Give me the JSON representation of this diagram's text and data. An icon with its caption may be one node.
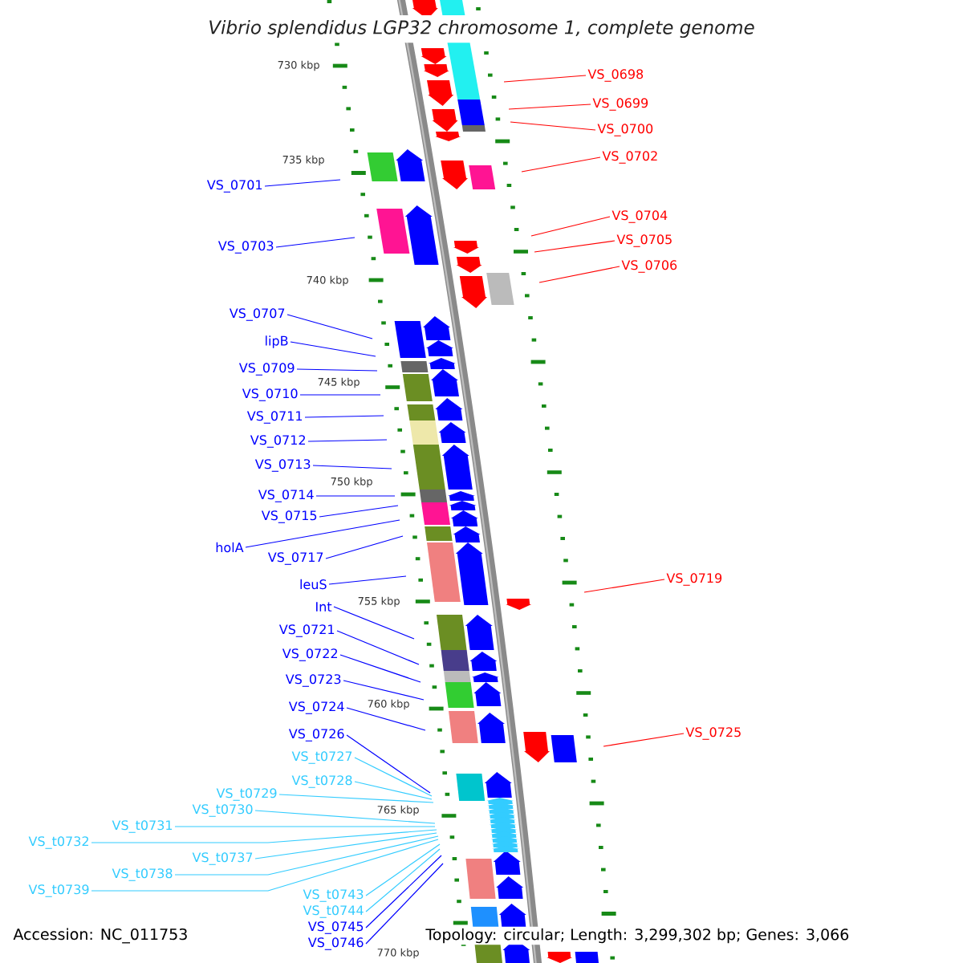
{
  "diagram": {
    "title": "Vibrio splendidus LGP32 chromosome 1, complete genome",
    "nodes": [
      {
        "text": [
          "VS_0698"
        ]
      },
      {
        "text": [
          "VS_0699"
        ]
      },
      {
        "text": [
          "VS_0700"
        ]
      },
      {
        "text": [
          "VS_0701"
        ]
      },
      {
        "text": [
          "VS_0702"
        ]
      },
      {
        "text": [
          "VS_0703"
        ]
      },
      {
        "text": [
          "VS_0704"
        ]
      },
      {
        "text": [
          "VS_0705"
        ]
      },
      {
        "text": [
          "VS_0706"
        ]
      },
      {
        "text": [
          "VS_0707"
        ]
      },
      {
        "text": [
          "lipB"
        ]
      },
      {
        "text": [
          "VS_0709"
        ]
      },
      {
        "text": [
          "VS_0710"
        ]
      },
      {
        "text": [
          "VS_0711"
        ]
      },
      {
        "text": [
          "VS_0712"
        ]
      },
      {
        "text": [
          "VS_0713"
        ]
      },
      {
        "text": [
          "VS_0714"
        ]
      },
      {
        "text": [
          "VS_0715"
        ]
      },
      {
        "text": [
          "holA"
        ]
      },
      {
        "text": [
          "VS_0717"
        ]
      },
      {
        "text": [
          "VS_0719"
        ]
      },
      {
        "text": [
          "leuS"
        ]
      },
      {
        "text": [
          "Int"
        ]
      },
      {
        "text": [
          "VS_0721"
        ]
      },
      {
        "text": [
          "VS_0722"
        ]
      },
      {
        "text": [
          "VS_0723"
        ]
      },
      {
        "text": [
          "VS_0724"
        ]
      },
      {
        "text": [
          "VS_0725"
        ]
      },
      {
        "text": [
          "VS_0726"
        ]
      },
      {
        "text": [
          "VS_t0727"
        ]
      },
      {
        "text": [
          "VS_t0728"
        ]
      },
      {
        "text": [
          "VS_t0729"
        ]
      },
      {
        "text": [
          "VS_t0730"
        ]
      },
      {
        "text": [
          "VS_t0731"
        ]
      },
      {
        "text": [
          "VS_t0732"
        ]
      },
      {
        "text": [
          "VS_t0737"
        ]
      },
      {
        "text": [
          "VS_t0738"
        ]
      },
      {
        "text": [
          "VS_t0739"
        ]
      },
      {
        "text": [
          "VS_t0743"
        ]
      },
      {
        "text": [
          "VS_t0744"
        ]
      },
      {
        "text": [
          "VS_0745"
        ]
      },
      {
        "text": [
          "VS_0746"
        ]
      }
    ],
    "edges": [
      {
        "from": 0,
        "to": null,
        "arrow": "none",
        "color": "#ff0000"
      },
      {
        "from": 1,
        "to": null,
        "arrow": "none",
        "color": "#ff0000"
      },
      {
        "from": 2,
        "to": null,
        "arrow": "none",
        "color": "#ff0000"
      },
      {
        "from": 3,
        "to": null,
        "arrow": "none"
      },
      {
        "from": 4,
        "to": null,
        "arrow": "none",
        "color": "#ff0000"
      },
      {
        "from": 5,
        "to": null,
        "arrow": "none"
      },
      {
        "from": 6,
        "to": null,
        "arrow": "none",
        "color": "#ff0000"
      },
      {
        "from": 7,
        "to": null,
        "arrow": "none",
        "color": "#ff0000"
      },
      {
        "from": 8,
        "to": null,
        "arrow": "none",
        "color": "#ff0000"
      },
      {
        "from": 9,
        "to": null,
        "arrow": "none"
      },
      {
        "from": 10,
        "to": null,
        "arrow": "none"
      },
      {
        "from": 11,
        "to": null,
        "arrow": "none"
      },
      {
        "from": 12,
        "to": null,
        "arrow": "none"
      },
      {
        "from": 13,
        "to": null,
        "arrow": "none"
      },
      {
        "from": 14,
        "to": null,
        "arrow": "none"
      },
      {
        "from": 15,
        "to": null,
        "arrow": "none"
      },
      {
        "from": 16,
        "to": null,
        "arrow": "none"
      },
      {
        "from": 17,
        "to": null,
        "arrow": "none"
      },
      {
        "from": 18,
        "to": null,
        "arrow": "none"
      },
      {
        "from": 19,
        "to": null,
        "arrow": "none"
      },
      {
        "from": 20,
        "to": null,
        "arrow": "none",
        "color": "#ff0000"
      },
      {
        "from": 21,
        "to": null,
        "arrow": "none"
      },
      {
        "from": 22,
        "to": null,
        "arrow": "none"
      },
      {
        "from": 23,
        "to": null,
        "arrow": "none"
      },
      {
        "from": 24,
        "to": null,
        "arrow": "none"
      },
      {
        "from": 25,
        "to": null,
        "arrow": "none"
      },
      {
        "from": 26,
        "to": null,
        "arrow": "none"
      },
      {
        "from": 27,
        "to": null,
        "arrow": "none",
        "color": "#ff0000"
      },
      {
        "from": 28,
        "to": null,
        "arrow": "none"
      },
      {
        "from": 29,
        "to": null,
        "arrow": "none",
        "color": "#33ccff"
      },
      {
        "from": 30,
        "to": null,
        "arrow": "none",
        "color": "#33ccff"
      },
      {
        "from": 31,
        "to": null,
        "arrow": "none",
        "color": "#33ccff"
      },
      {
        "from": 32,
        "to": null,
        "arrow": "none",
        "color": "#33ccff"
      },
      {
        "from": 33,
        "to": null,
        "arrow": "none",
        "color": "#33ccff"
      },
      {
        "from": 34,
        "to": null,
        "arrow": "none",
        "color": "#33ccff"
      },
      {
        "from": 35,
        "to": null,
        "arrow": "none",
        "color": "#33ccff"
      },
      {
        "from": 36,
        "to": null,
        "arrow": "none",
        "color": "#33ccff"
      },
      {
        "from": 37,
        "to": null,
        "arrow": "none",
        "color": "#33ccff"
      },
      {
        "from": 38,
        "to": null,
        "arrow": "none",
        "color": "#33ccff"
      },
      {
        "from": 39,
        "to": null,
        "arrow": "none",
        "color": "#33ccff"
      },
      {
        "from": 40,
        "to": null,
        "arrow": "none"
      },
      {
        "from": 41,
        "to": null,
        "arrow": "none"
      }
    ],
    "labels": [
      "730 kbp",
      "735 kbp",
      "740 kbp",
      "745 kbp",
      "750 kbp",
      "755 kbp",
      "760 kbp",
      "765 kbp",
      "770 kbp",
      "Accession: NC_011753",
      "Topology: circular; Length: 3,299,302 bp; Genes: 3,066"
    ]
  }
}
